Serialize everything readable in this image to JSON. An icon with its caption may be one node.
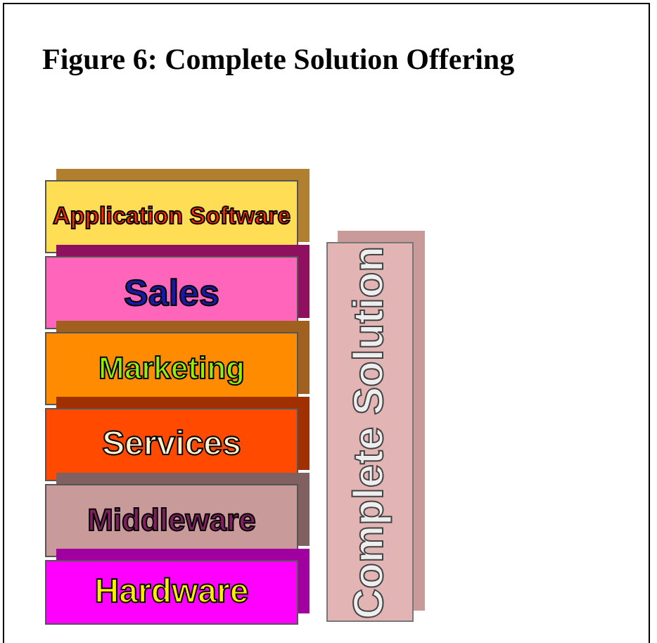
{
  "diagram": {
    "title": "Figure 6: Complete Solution Offering",
    "nodes": [
      {
        "text": [
          "Application Software"
        ]
      },
      {
        "text": [
          "Sales"
        ]
      },
      {
        "text": [
          "Marketing"
        ]
      },
      {
        "text": [
          "Services"
        ]
      },
      {
        "text": [
          "Middleware"
        ]
      },
      {
        "text": [
          "Hardware"
        ]
      },
      {
        "text": [
          "Complete Solution"
        ]
      }
    ],
    "edges": []
  }
}
